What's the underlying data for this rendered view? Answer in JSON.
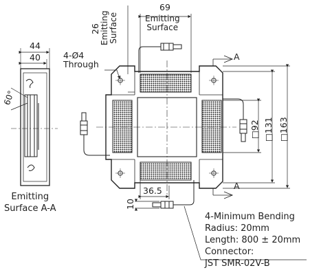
{
  "dimensions": {
    "emitting_width": "69",
    "emitting_width_label": "Emitting\nSurface",
    "emitting_depth": "26",
    "emitting_depth_label": "Emitting\nSurface",
    "side_outer_width": "44",
    "side_inner_width": "40",
    "hole_note": "4-Ø4\nThrough",
    "angle": "60°",
    "square_inner": "□92",
    "square_mid": "□131",
    "square_outer": "□163",
    "connector_offset": "36.5",
    "connector_height": "10",
    "section_mark": "A"
  },
  "section_caption": "Emitting\nSurface A-A",
  "notes": {
    "bending": "4-Minimum Bending",
    "radius": "Radius: 20mm",
    "length": "Length: 800 ± 20mm",
    "connector": "Connector:",
    "connector_model": "JST SMR-02V-B"
  }
}
